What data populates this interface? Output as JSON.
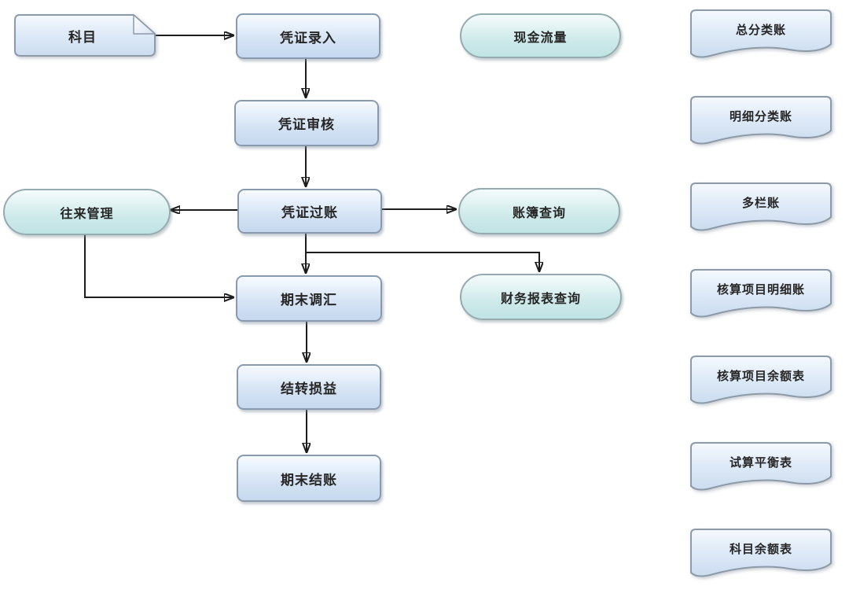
{
  "diagram_type": "flowchart",
  "language": "zh-CN",
  "background": "#ffffff",
  "nodes": [
    {
      "id": "subjects",
      "label": "科目",
      "shape": "document-folded",
      "group": "input"
    },
    {
      "id": "voucher-entry",
      "label": "凭证录入",
      "shape": "rect",
      "group": "process"
    },
    {
      "id": "voucher-audit",
      "label": "凭证审核",
      "shape": "rect",
      "group": "process"
    },
    {
      "id": "voucher-posting",
      "label": "凭证过账",
      "shape": "rect",
      "group": "process"
    },
    {
      "id": "period-end-exchange-adjust",
      "label": "期末调汇",
      "shape": "rect",
      "group": "process"
    },
    {
      "id": "transfer-profit-loss",
      "label": "结转损益",
      "shape": "rect",
      "group": "process"
    },
    {
      "id": "period-end-closing",
      "label": "期末结账",
      "shape": "rect",
      "group": "process"
    },
    {
      "id": "ar-ap-management",
      "label": "往来管理",
      "shape": "capsule",
      "group": "function"
    },
    {
      "id": "cash-flow",
      "label": "现金流量",
      "shape": "capsule",
      "group": "function"
    },
    {
      "id": "ledger-query",
      "label": "账簿查询",
      "shape": "capsule",
      "group": "function"
    },
    {
      "id": "financial-report-query",
      "label": "财务报表查询",
      "shape": "capsule",
      "group": "function"
    },
    {
      "id": "general-ledger",
      "label": "总分类账",
      "shape": "document-wave",
      "group": "report"
    },
    {
      "id": "subsidiary-ledger",
      "label": "明细分类账",
      "shape": "document-wave",
      "group": "report"
    },
    {
      "id": "multi-column-ledger",
      "label": "多栏账",
      "shape": "document-wave",
      "group": "report"
    },
    {
      "id": "accounting-item-subsidiary-ledger",
      "label": "核算项目明细账",
      "shape": "document-wave",
      "group": "report"
    },
    {
      "id": "accounting-item-balance-sheet",
      "label": "核算项目余额表",
      "shape": "document-wave",
      "group": "report"
    },
    {
      "id": "trial-balance-sheet",
      "label": "试算平衡表",
      "shape": "document-wave",
      "group": "report"
    },
    {
      "id": "account-balance-sheet",
      "label": "科目余额表",
      "shape": "document-wave",
      "group": "report"
    }
  ],
  "edges": [
    {
      "from": "科目",
      "to": "凭证录入"
    },
    {
      "from": "凭证录入",
      "to": "凭证审核"
    },
    {
      "from": "凭证审核",
      "to": "凭证过账"
    },
    {
      "from": "凭证过账",
      "to": "往来管理"
    },
    {
      "from": "凭证过账",
      "to": "账簿查询"
    },
    {
      "from": "凭证过账",
      "to": "期末调汇"
    },
    {
      "from": "凭证过账",
      "to": "财务报表查询"
    },
    {
      "from": "往来管理",
      "to": "期末调汇"
    },
    {
      "from": "期末调汇",
      "to": "结转损益"
    },
    {
      "from": "结转损益",
      "to": "期末结账"
    }
  ],
  "colors": {
    "process_fill": "#cfe0f2",
    "process_border": "#8a9aae",
    "function_fill": "#cfeaea",
    "function_border": "#95abaf",
    "report_fill": "#d9e6f5",
    "report_border": "#8d9aa8",
    "arrow": "#1c1c1c"
  }
}
